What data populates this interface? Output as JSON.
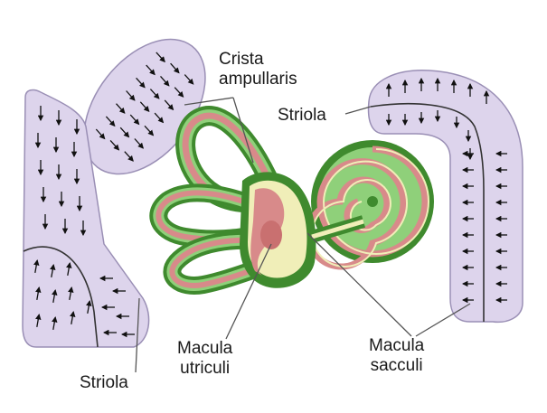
{
  "labels": {
    "crista_line1": "Crista",
    "crista_line2": "ampullaris",
    "striola_top": "Striola",
    "striola_bottom": "Striola",
    "macula_utriculi_line1": "Macula",
    "macula_utriculi_line2": "utriculi",
    "macula_sacculi_line1": "Macula",
    "macula_sacculi_line2": "sacculi"
  },
  "colors": {
    "membrane_fill": "#ddd4ec",
    "membrane_stroke": "#9a8fb5",
    "labyrinth_outer": "#3f8a2e",
    "labyrinth_light": "#8fd07a",
    "labyrinth_pink": "#d88a8a",
    "labyrinth_cream": "#f0eeb8",
    "arrow": "#111111",
    "leader": "#555555"
  },
  "icons": {
    "hair_cell_arrow": "arrow-icon",
    "inner_ear": "inner-ear-labyrinth"
  }
}
